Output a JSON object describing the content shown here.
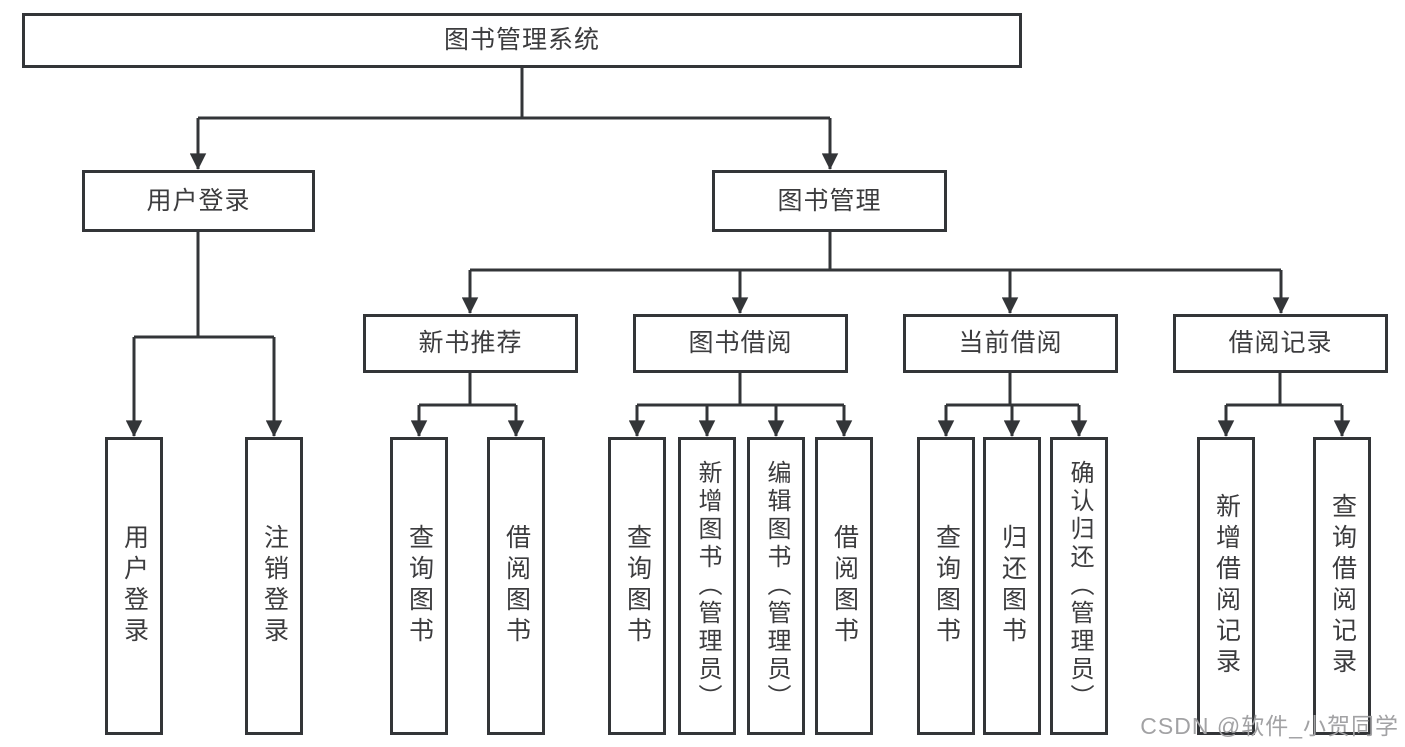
{
  "diagram": {
    "root": {
      "label": "图书管理系统"
    },
    "branches": [
      {
        "label": "用户登录",
        "children": [
          {
            "label": "用户登录"
          },
          {
            "label": "注销登录"
          }
        ]
      },
      {
        "label": "图书管理",
        "children": [
          {
            "label": "新书推荐",
            "children": [
              {
                "label": "查询图书"
              },
              {
                "label": "借阅图书"
              }
            ]
          },
          {
            "label": "图书借阅",
            "children": [
              {
                "label": "查询图书"
              },
              {
                "label": "新增图书（管理员）"
              },
              {
                "label": "编辑图书（管理员）"
              },
              {
                "label": "借阅图书"
              }
            ]
          },
          {
            "label": "当前借阅",
            "children": [
              {
                "label": "查询图书"
              },
              {
                "label": "归还图书"
              },
              {
                "label": "确认归还（管理员）"
              }
            ]
          },
          {
            "label": "借阅记录",
            "children": [
              {
                "label": "新增借阅记录"
              },
              {
                "label": "查询借阅记录"
              }
            ]
          }
        ]
      }
    ]
  },
  "watermark": {
    "text": "CSDN @软件_小贺同学"
  },
  "colors": {
    "line": "#333538",
    "text": "#3c3c3e",
    "watermark": "#a2a2a4",
    "background": "#ffffff"
  }
}
